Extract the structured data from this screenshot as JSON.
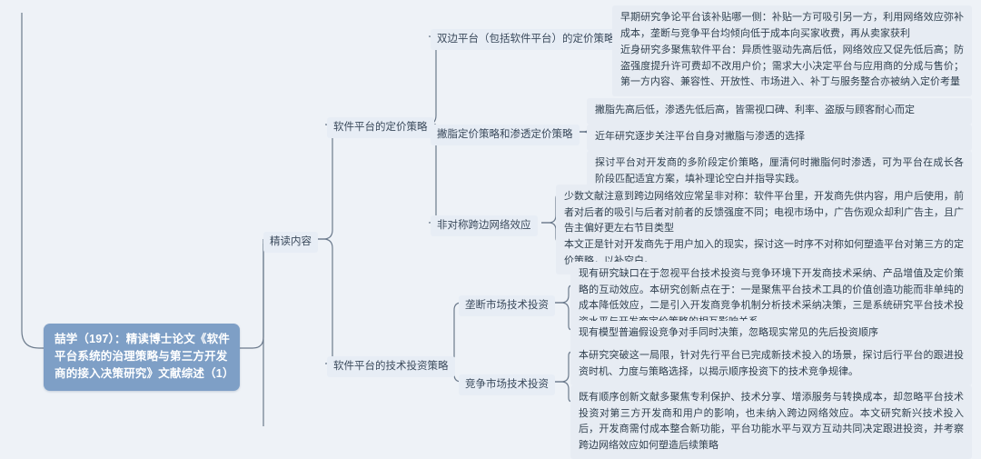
{
  "theme": {
    "background": "#eef2f7",
    "root_fill": "#7e9fc6",
    "root_text": "#ffffff",
    "node_fill": "#e7ecf3",
    "node_text": "#30404f",
    "edge_color": "#6b7a8c"
  },
  "mindmap": {
    "root": {
      "label": "喆学（197）：精读博士论文《软件平台系统的治理策略与第三方开发商的接入决策研究》文献综述（1）"
    },
    "level1": {
      "label": "精读内容"
    },
    "level2": [
      {
        "label": "软件平台的定价策略"
      },
      {
        "label": "软件平台的技术投资策略"
      }
    ],
    "level3": [
      {
        "label": "双边平台（包括软件平台）的定价策略"
      },
      {
        "label": "撇脂定价策略和渗透定价策略"
      },
      {
        "label": "非对称跨边网络效应"
      },
      {
        "label": "垄断市场技术投资"
      },
      {
        "label": "竞争市场技术投资"
      }
    ],
    "leaves": {
      "two_sided_1": "早期研究争论平台该补贴哪一侧：补贴一方可吸引另一方，利用网络效应弥补成本，垄断与竞争平台均倾向低于成本向买家收费，再从卖家获利",
      "two_sided_2": "近身研究多聚焦软件平台：异质性驱动先高后低，网络效应又促先低后高；防盗强度提升许可费却不改用户价；需求大小决定平台与应用商的分成与售价；第一方内容、兼容性、开放性、市场进入、补丁与服务整合亦被纳入定价考量",
      "skim_1": "撇脂先高后低，渗透先低后高，皆需视口碑、利率、盗版与顾客耐心而定",
      "skim_2": "近年研究逐步关注平台自身对撇脂与渗透的选择",
      "skim_3": "探讨平台对开发商的多阶段定价策略，厘清何时撇脂何时渗透，可为平台在成长各阶段匹配适宜方案，填补理论空白并指导实践。",
      "asym_1": "少数文献注意到跨边网络效应常呈非对称：软件平台里，开发商先供内容，用户后使用，前者对后者的吸引与后者对前者的反馈强度不同；电视市场中，广告伤观众却利广告主，且广告主偏好更左右节目类型",
      "asym_2": "本文正是针对开发商先于用户加入的现实，探讨这一时序不对称如何塑造平台对第三方的定价策略，以补空白。",
      "monopoly_1": "现有研究缺口在于忽视平台技术投资与竞争环境下开发商技术采纳、产品增值及定价策略的互动效应。本研究创新点在于：一是聚焦平台技术工具的价值创造功能而非单纯的成本降低效应，二是引入开发商竞争机制分析技术采纳决策，三是系统研究平台技术投资水平与开发商定价策略的相互影响关系。",
      "monopoly_2": "现有模型普遍假设竞争对手同时决策，忽略现实常见的先后投资顺序",
      "compete_1": "本研究突破这一局限，针对先行平台已完成新技术投入的场景，探讨后行平台的跟进投资时机、力度与策略选择，以揭示顺序投资下的技术竞争规律。",
      "compete_2": "既有顺序创新文献多聚焦专利保护、技术分享、增添服务与转换成本，却忽略平台技术投资对第三方开发商和用户的影响，也未纳入跨边网络效应。本文研究新兴技术投入后，开发商需付成本整合新功能，平台功能水平与双方互动共同决定跟进投资，并考察跨边网络效应如何塑造后续策略"
    }
  }
}
